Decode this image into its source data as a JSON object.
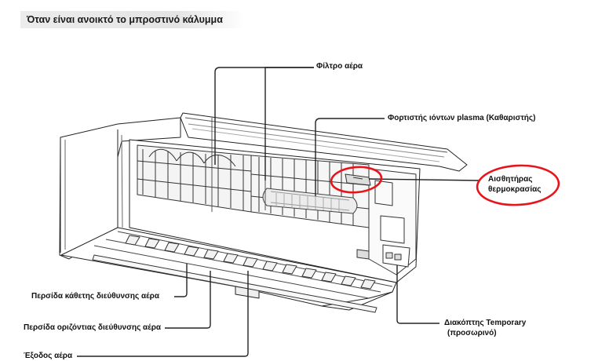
{
  "title": "Όταν είναι ανοικτό το μπροστινό κάλυμμα",
  "labels": {
    "air_filter": "Φίλτρο αέρα",
    "plasma_ionizer": "Φορτιστής ιόντων plasma (Καθαριστής)",
    "temp_sensor_line1": "Αισθητήρας",
    "temp_sensor_line2": "θερμοκρασίας",
    "vertical_louver": "Περσίδα κάθετης διεύθυνσης αέρα",
    "horizontal_louver": "Περσίδα οριζόντιας διεύθυνσης αέρα",
    "air_outlet": "Έξοδος αέρα",
    "temporary_switch_line1": "Διακόπτης Temporary",
    "temporary_switch_line2": "(προσωρινό)"
  },
  "colors": {
    "highlight_red": "#e8141b",
    "line": "#222222",
    "title_bg": "#e6e6e6"
  }
}
